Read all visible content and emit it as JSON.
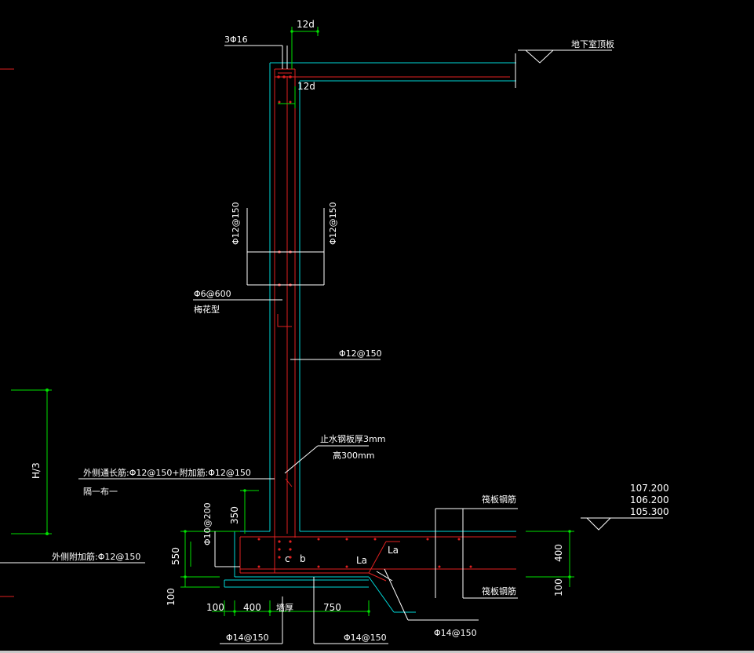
{
  "labels": {
    "top_rebar": "3Φ16",
    "dim_12d_top": "12d",
    "dim_12d_inner": "12d",
    "basement_roof": "地下室顶板",
    "phi12_150_left": "Φ12@150",
    "phi12_150_right": "Φ12@150",
    "phi6_600": "Φ6@600",
    "plum_pattern": "梅花型",
    "phi12_150_wall": "Φ12@150",
    "waterstop_1": "止水钢板厚3mm",
    "waterstop_2": "高300mm",
    "h_over_3": "H/3",
    "outer_longitudinal": "外侧通长筋:Φ12@150+附加筋:Φ12@150",
    "alternate": "隔一布一",
    "outer_additional": "外侧附加筋:Φ12@150",
    "dim_350": "350",
    "phi10_200": "Φ10@200",
    "dim_550": "550",
    "dim_100_left": "100",
    "raft_top_rebar": "筏板钢筋",
    "raft_bottom_rebar": "筏板钢筋",
    "elev_1": "107.200",
    "elev_2": "106.200",
    "elev_3": "105.300",
    "dim_400_right": "400",
    "dim_100_right": "100",
    "la_1": "La",
    "la_2": "La",
    "c_label": "c",
    "b_label": "b",
    "dim_100_bottom": "100",
    "dim_400_bottom": "400",
    "wall_thickness": "墙厚",
    "dim_750": "750",
    "phi14_150_a": "Φ14@150",
    "phi14_150_b": "Φ14@150",
    "phi14_150_c": "Φ14@150"
  },
  "colors": {
    "background": "#000000",
    "concrete_outline": "#00d8d8",
    "rebar": "#e02020",
    "dimension": "#00e000",
    "leader": "#ffffff",
    "cursor_bar": "#c8c8c8"
  }
}
